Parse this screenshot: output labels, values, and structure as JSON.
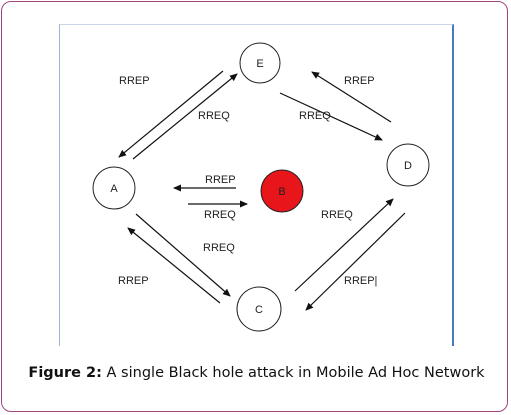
{
  "diagram": {
    "nodes": [
      {
        "id": "A",
        "label": "A",
        "fill": "#ffffff"
      },
      {
        "id": "B",
        "label": "B",
        "fill": "#e8151b"
      },
      {
        "id": "C",
        "label": "C",
        "fill": "#ffffff"
      },
      {
        "id": "D",
        "label": "D",
        "fill": "#ffffff"
      },
      {
        "id": "E",
        "label": "E",
        "fill": "#ffffff"
      }
    ],
    "edges": [
      {
        "from": "A",
        "to": "E",
        "label": "RREQ"
      },
      {
        "from": "E",
        "to": "A",
        "label": "RREP"
      },
      {
        "from": "E",
        "to": "D",
        "label": "RREQ"
      },
      {
        "from": "D",
        "to": "E",
        "label": "RREP"
      },
      {
        "from": "A",
        "to": "C",
        "label": "RREQ"
      },
      {
        "from": "C",
        "to": "A",
        "label": "RREP"
      },
      {
        "from": "C",
        "to": "D",
        "label": "RREQ"
      },
      {
        "from": "D",
        "to": "C",
        "label": "RREP|"
      },
      {
        "from": "A",
        "to": "B",
        "label": "RREQ"
      },
      {
        "from": "B",
        "to": "A",
        "label": "RREP"
      }
    ]
  },
  "caption": {
    "label": "Figure 2:",
    "text": " A single Black hole attack in Mobile Ad Hoc Network"
  },
  "colors": {
    "frame_border": "#a2457f",
    "blackhole_node": "#e8151b",
    "figure_border": "#4a78b8"
  }
}
